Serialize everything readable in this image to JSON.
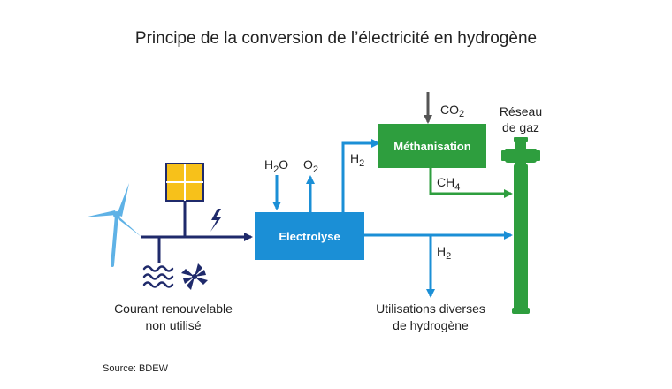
{
  "title": "Principe de la conversion de l’électricité en hydrogène",
  "source": "Source: BDEW",
  "nodes": {
    "electrolyse": "Electrolyse",
    "methanisation": "Méthanisation",
    "reseau_line1": "Réseau",
    "reseau_line2": "de gaz",
    "courant_line1": "Courant renouvelable",
    "courant_line2": "non utilisé",
    "utilisations_line1": "Utilisations diverses",
    "utilisations_line2": "de hydrogène"
  },
  "chemicals": {
    "h2o": {
      "base": "H",
      "sub": "2",
      "tail": "O"
    },
    "o2": {
      "base": "O",
      "sub": "2"
    },
    "h2_top": {
      "base": "H",
      "sub": "2"
    },
    "h2_right": {
      "base": "H",
      "sub": "2"
    },
    "co2": {
      "base": "CO",
      "sub": "2"
    },
    "ch4": {
      "base": "CH",
      "sub": "4"
    }
  },
  "icons": [
    "wind-turbine-icon",
    "solar-panel-icon",
    "lightning-icon",
    "wave-icon",
    "turbine-icon"
  ],
  "colors": {
    "navy": "#1f2a6b",
    "blue": "#1b8fd6",
    "green": "#2e9e3e",
    "light_blue": "#5fb2e6",
    "solar": "#f7c11a",
    "gray": "#555555"
  }
}
